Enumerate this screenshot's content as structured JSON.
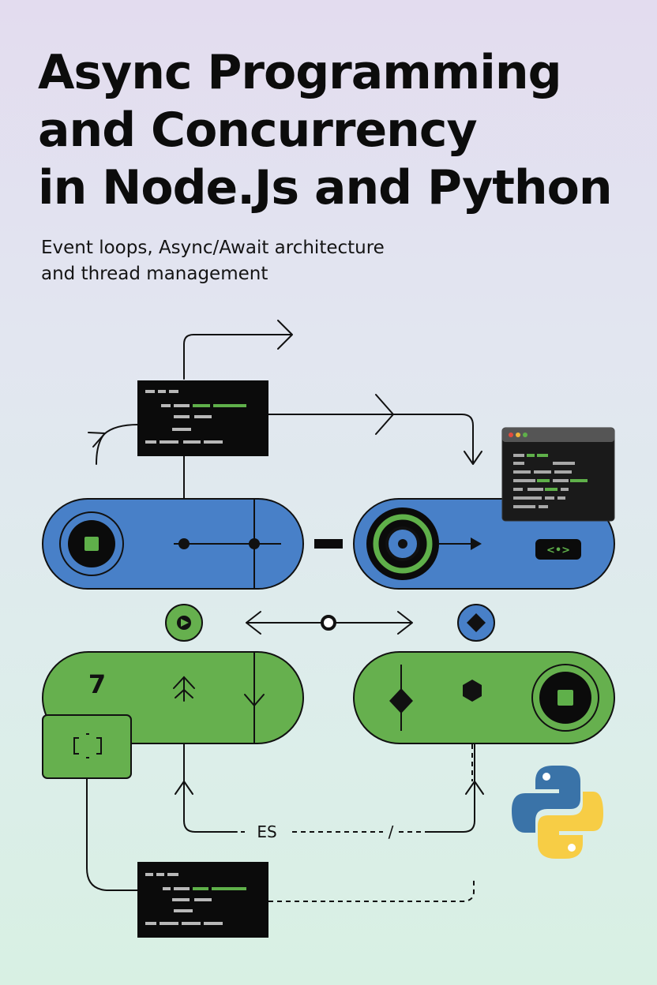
{
  "title_lines": [
    "Async Programming",
    "and Concurrency",
    "in Node.Js and Python"
  ],
  "subtitle_lines": [
    "Event loops, Async/Await architecture",
    "and thread management"
  ],
  "labels": {
    "green_pill_number": "7",
    "dashed_label_left": "ES",
    "dashed_label_right": "/",
    "badge_symbol": "<•>"
  },
  "colors": {
    "blue": "#4880c8",
    "green": "#66b04e",
    "black": "#0c0c0c",
    "python_blue": "#3a73a8",
    "python_yellow": "#f7cd45"
  },
  "icons": [
    "terminal-icon",
    "stop-button-icon",
    "target-icon",
    "play-icon",
    "diamond-icon",
    "hexagon-icon",
    "python-logo-icon",
    "bracket-frame-icon"
  ]
}
